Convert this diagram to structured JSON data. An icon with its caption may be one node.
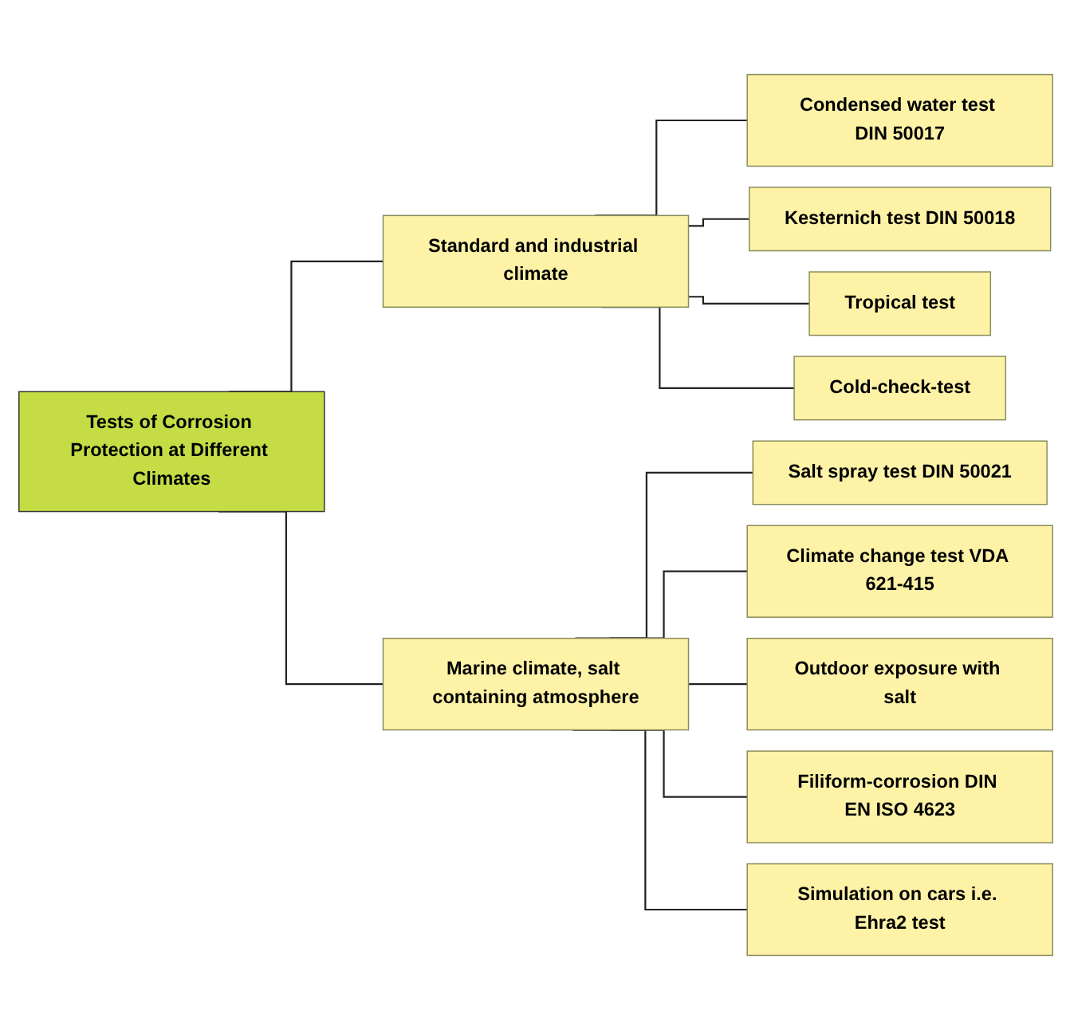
{
  "diagram": {
    "nodes": [
      {
        "text": [
          "Tests of Corrosion Protection at Different Climates"
        ]
      },
      {
        "text": [
          "Standard and industrial climate"
        ]
      },
      {
        "text": [
          "Marine climate, salt containing atmosphere"
        ]
      },
      {
        "text": [
          "Condensed water test DIN 50017"
        ]
      },
      {
        "text": [
          "Kesternich test DIN 50018"
        ]
      },
      {
        "text": [
          "Tropical test"
        ]
      },
      {
        "text": [
          "Cold-check-test"
        ]
      },
      {
        "text": [
          "Salt spray test DIN 50021"
        ]
      },
      {
        "text": [
          "Climate change test VDA 621-415"
        ]
      },
      {
        "text": [
          "Outdoor exposure with salt"
        ]
      },
      {
        "text": [
          "Filiform-corrosion DIN EN ISO 4623"
        ]
      },
      {
        "text": [
          "Simulation on cars i.e. Ehra2 test"
        ]
      }
    ],
    "edges": [
      {
        "from": 0,
        "to": 1,
        "arrow": "none"
      },
      {
        "from": 0,
        "to": 2,
        "arrow": "none"
      },
      {
        "from": 1,
        "to": 3,
        "arrow": "none"
      },
      {
        "from": 1,
        "to": 4,
        "arrow": "none"
      },
      {
        "from": 1,
        "to": 5,
        "arrow": "none"
      },
      {
        "from": 1,
        "to": 6,
        "arrow": "none"
      },
      {
        "from": 2,
        "to": 7,
        "arrow": "none"
      },
      {
        "from": 2,
        "to": 8,
        "arrow": "none"
      },
      {
        "from": 2,
        "to": 9,
        "arrow": "none"
      },
      {
        "from": 2,
        "to": 10,
        "arrow": "none"
      },
      {
        "from": 2,
        "to": 11,
        "arrow": "none"
      }
    ]
  }
}
